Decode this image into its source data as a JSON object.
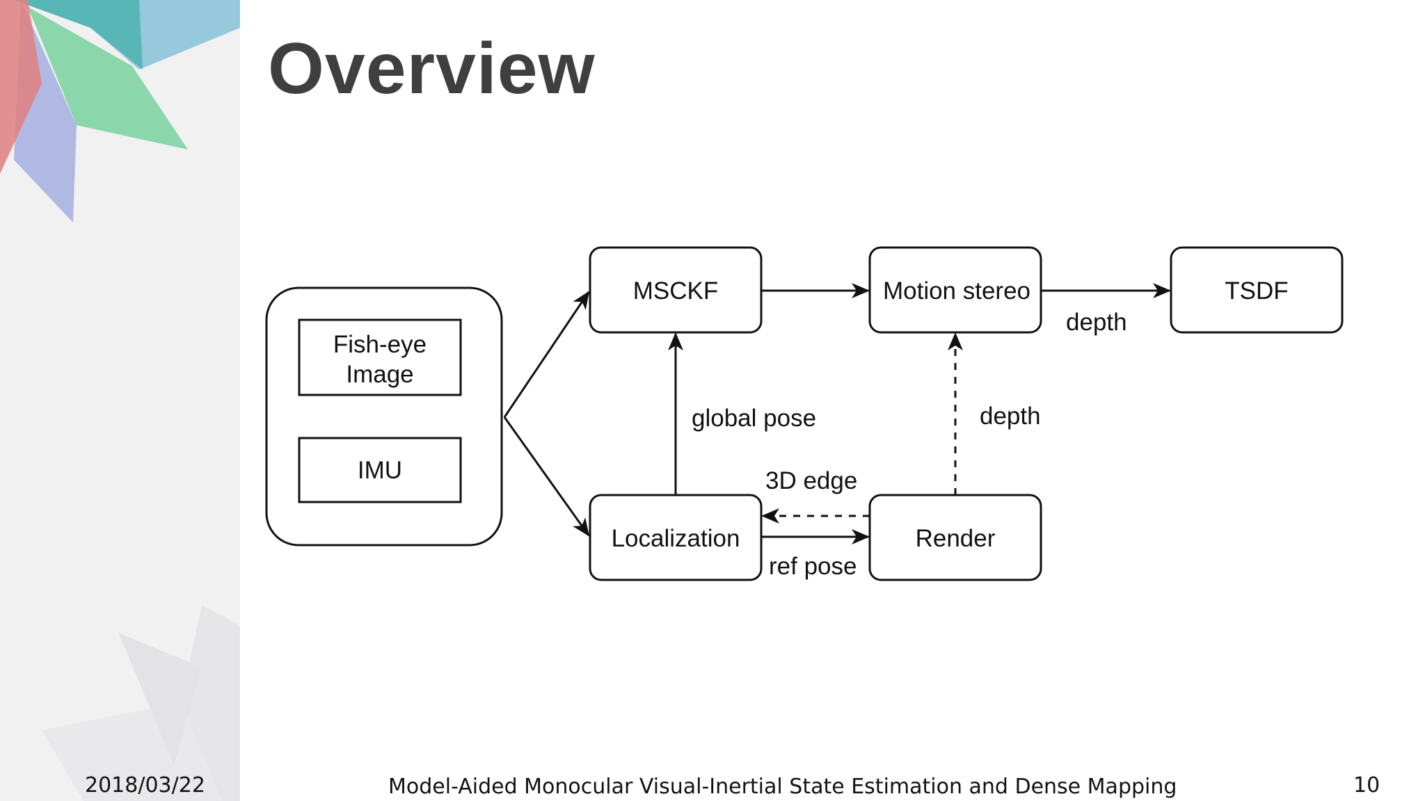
{
  "slide": {
    "title": "Overview",
    "footer": {
      "date": "2018/03/22",
      "title": "Model-Aided Monocular Visual-Inertial State Estimation and Dense Mapping",
      "page_number": "10"
    }
  },
  "diagram": {
    "nodes": {
      "sensors_group": "",
      "fisheye_line1": "Fish-eye",
      "fisheye_line2": "Image",
      "imu": "IMU",
      "msckf": "MSCKF",
      "motion_stereo": "Motion stereo",
      "tsdf": "TSDF",
      "localization": "Localization",
      "render": "Render"
    },
    "edge_labels": {
      "depth_top": "depth",
      "global_pose": "global pose",
      "depth_dashed": "depth",
      "edge_3d": "3D edge",
      "ref_pose": "ref pose"
    }
  },
  "colors": {
    "title": "#3f3f3f",
    "stroke": "#111111",
    "sidebar_bg": "#f1f1f2",
    "decor_teal": "#4fb3b0",
    "decor_green": "#7fd3a2",
    "decor_blue": "#8bc4d8",
    "decor_red": "#e17f7f",
    "decor_lavender": "#a9b3e0"
  }
}
